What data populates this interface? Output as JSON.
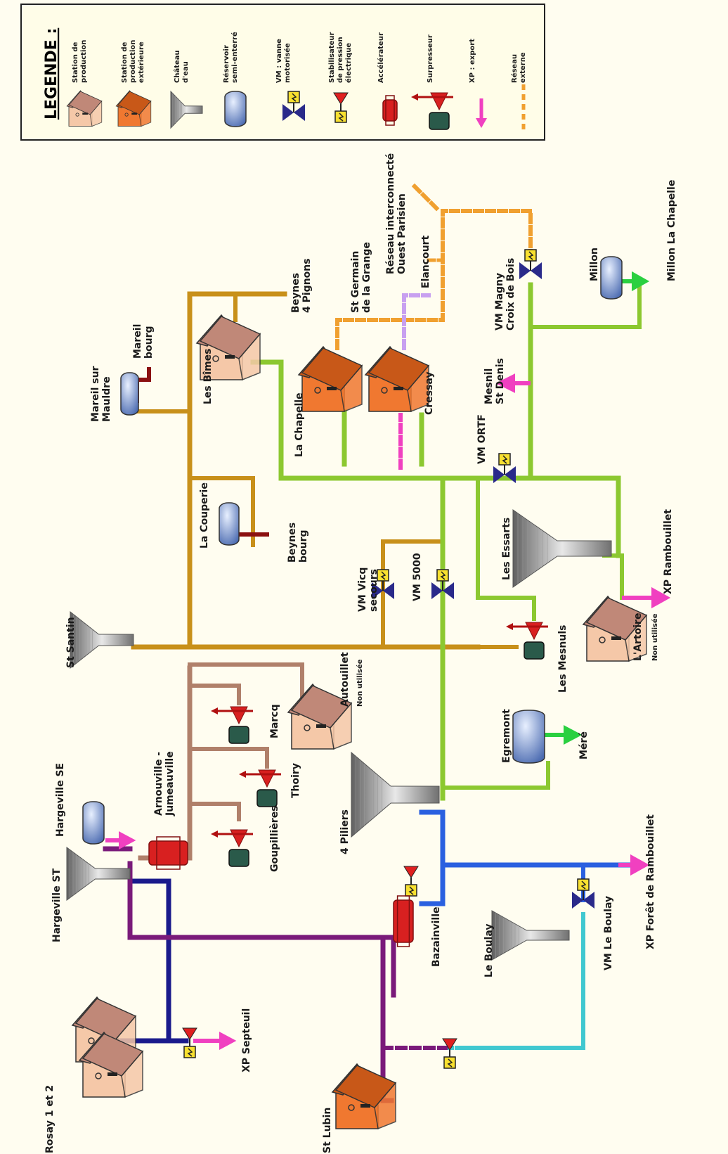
{
  "legend": {
    "title": "LEGENDE :",
    "items": [
      {
        "label": "Station de\nproduction",
        "icon": "house-light-icon"
      },
      {
        "label": "Station de\nproduction\nextérieure",
        "icon": "house-orange-icon"
      },
      {
        "label": "Château\nd'eau",
        "icon": "water-tower-icon"
      },
      {
        "label": "Réservoir\nsemi-enterré",
        "icon": "reservoir-icon"
      },
      {
        "label": "VM : vanne\nmotorisée",
        "icon": "motor-valve-icon"
      },
      {
        "label": "Stabilisateur\nde pression\nélectrique",
        "icon": "pressure-stabilizer-icon"
      },
      {
        "label": "Accélérateur",
        "icon": "accelerator-icon"
      },
      {
        "label": "Surpresseur",
        "icon": "booster-icon"
      },
      {
        "label": "XP : export",
        "icon": "export-arrow-icon"
      },
      {
        "label": "Réseau\nexterne",
        "icon": "external-network-icon"
      }
    ]
  },
  "labels": {
    "rosay": "Rosay 1 et 2",
    "xp_septeuil": "XP Septeuil",
    "st_lubin": "St Lubin",
    "hargeville_st": "Hargeville ST",
    "hargeville_se": "Hargeville SE",
    "arnouville": "Arnouville -\nJumeauville",
    "goupillieres": "Goupillières",
    "thoiry": "Thoiry",
    "marcq": "Marcq",
    "autouillet": "Autouillet",
    "autouillet_note": "Non utilisée",
    "bazainville": "Bazainville",
    "le_boulay": "Le Boulay",
    "vm_le_boulay": "VM Le Boulay",
    "xp_foret_rambouillet": "XP Forêt de Rambouillet",
    "quatre_piliers": "4 Piliers",
    "egremont": "Egremont",
    "mere": "Méré",
    "st_santin": "St Santin",
    "les_mesnuls": "Les Mesnuls",
    "vm_vicq": "VM Vicq\nsecours",
    "vm_5000": "VM 5000",
    "la_couperie": "La Couperie",
    "beynes_bourg": "Beynes\nbourg",
    "les_essarts": "Les Essarts",
    "l_artoire": "L'Artoire",
    "l_artoire_note": "Non utilisée",
    "xp_rambouillet": "XP Rambouillet",
    "vm_ortf": "VM ORTF",
    "mesnil_st_denis": "Mesnil\nSt Denis",
    "mareil_sur_mauldre": "Mareil sur\nMauldre",
    "mareil_bourg": "Mareil\nbourg",
    "les_bimes": "Les Bîmes",
    "beynes_4_pignons": "Beynes\n4 Pignons",
    "la_chapelle": "La Chapelle",
    "cressay": "Cressay",
    "st_germain": "St Germain\nde la Grange",
    "reseau_ouest": "Réseau interconnecté\nOuest Parisien",
    "elancourt": "Elancourt",
    "vm_magny": "VM Magny\nCroix de Bois",
    "millon": "Millon",
    "millon_la_chapelle": "Millon La Chapelle"
  },
  "colors": {
    "navy": "#1a1a8c",
    "purple": "#7a1a7a",
    "rose": "#b0806a",
    "gold": "#c8901a",
    "green": "#8cc830",
    "blue": "#2a60e0",
    "cyan": "#40c8d0",
    "orange_dash": "#f0a030",
    "magenta": "#f040c0",
    "darkred": "#8b1010"
  }
}
